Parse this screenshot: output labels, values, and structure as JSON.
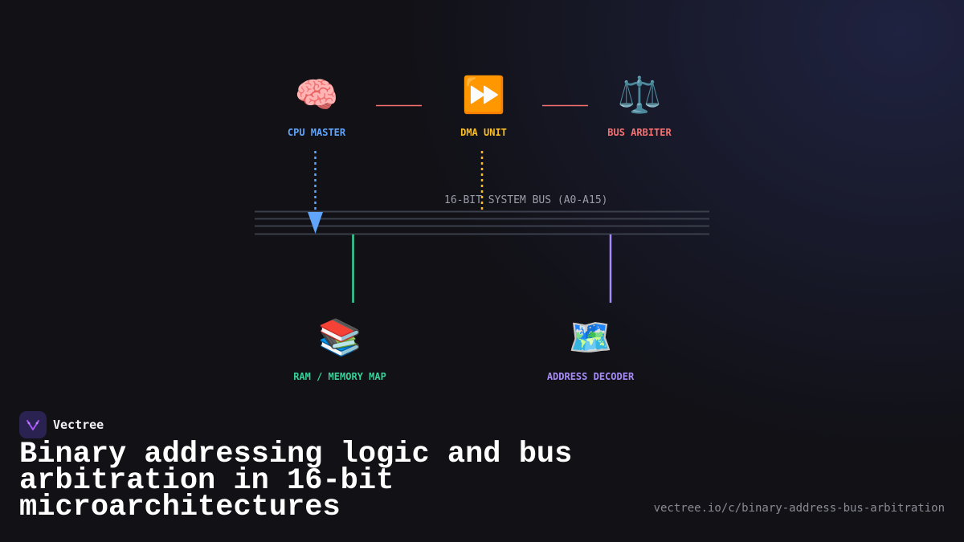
{
  "brand": {
    "name": "Vectree",
    "logo_icon": "vectree-v-logo-icon",
    "logo_color": "#2a2250"
  },
  "title": "Binary addressing logic and bus arbitration in 16-bit microarchitectures",
  "url": "vectree.io/c/binary-address-bus-arbitration",
  "diagram": {
    "bus_label": "16-BIT SYSTEM BUS (A0-A15)",
    "nodes": {
      "cpu": {
        "label": "CPU MASTER",
        "icon": "🧠",
        "icon_name": "brain-icon",
        "color": "#60a5fa"
      },
      "dma": {
        "label": "DMA UNIT",
        "icon": "⏩",
        "icon_name": "fast-forward-icon",
        "color": "#fbbf24"
      },
      "arbiter": {
        "label": "BUS ARBITER",
        "icon": "⚖️",
        "icon_name": "scales-icon",
        "color": "#f87171"
      },
      "ram": {
        "label": "RAM / MEMORY MAP",
        "icon": "📚",
        "icon_name": "books-icon",
        "color": "#34d399"
      },
      "decoder": {
        "label": "ADDRESS DECODER",
        "icon": "🗺️",
        "icon_name": "map-icon",
        "color": "#a78bfa"
      }
    },
    "colors": {
      "bus_lines": "#3a3f4b",
      "connector": "#f87171",
      "background": "#111116"
    }
  }
}
